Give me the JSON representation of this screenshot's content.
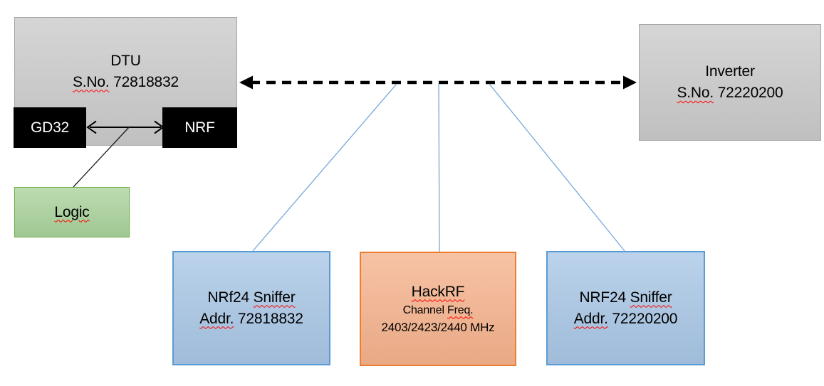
{
  "colors": {
    "gray_fill": "#cbcaca",
    "gray_border": "#a6a6a6",
    "black_fill": "#000000",
    "white_text": "#ffffff",
    "green_fill": "#a9d29b",
    "green_border": "#70ad47",
    "blue_fill": "#a8c6e5",
    "blue_border": "#5b9bd5",
    "orange_fill": "#f5b28c",
    "orange_border": "#ed7d31",
    "connector_blue": "#7aa7d9",
    "arrow_black": "#000000",
    "squiggle_red": "#ff0000"
  },
  "dtu": {
    "name": "DTU",
    "serial_label": "S.No.",
    "serial_number": "72818832"
  },
  "gd32": {
    "label": "GD32"
  },
  "nrf": {
    "label": "NRF"
  },
  "logic": {
    "label": "Logic"
  },
  "inverter": {
    "name": "Inverter",
    "serial_label": "S.No.",
    "serial_number": "72220200"
  },
  "sniffer_left": {
    "model": "NRf24",
    "type": "Sniffer",
    "addr_label": "Addr.",
    "addr_number": "72818832"
  },
  "hackrf": {
    "name": "HackRF",
    "freq_word_1": "Channel",
    "freq_word_2": "Freq.",
    "frequencies": "2403/2423/2440 MHz"
  },
  "sniffer_right": {
    "model": "NRF24",
    "type": "Sniffer",
    "addr_label": "Addr.",
    "addr_number": "72220200"
  }
}
